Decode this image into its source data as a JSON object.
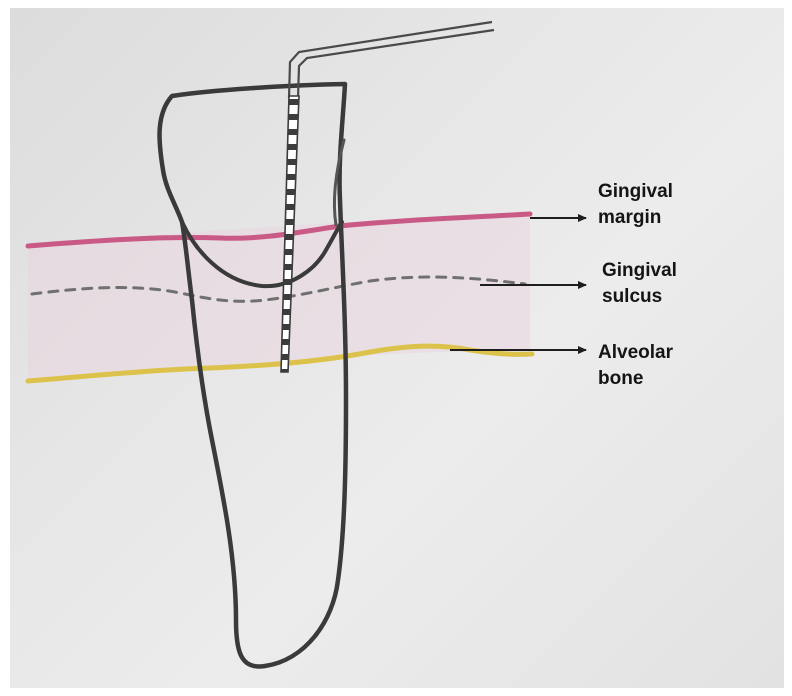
{
  "labels": {
    "gingival_margin": {
      "line1": "Gingival",
      "line2": "margin"
    },
    "gingival_sulcus": {
      "line1": "Gingival",
      "line2": "sulcus"
    },
    "alveolar_bone": {
      "line1": "Alveolar",
      "line2": "bone"
    }
  },
  "colors": {
    "paper": "#e6e6e6",
    "tooth_outline": "#3a3a3a",
    "gingival_margin_line": "#c95a86",
    "gingival_sulcus_line": "#707070",
    "alveolar_bone_line": "#dcc24a",
    "arrows": "#1e1e1e",
    "label_text": "#151515"
  }
}
